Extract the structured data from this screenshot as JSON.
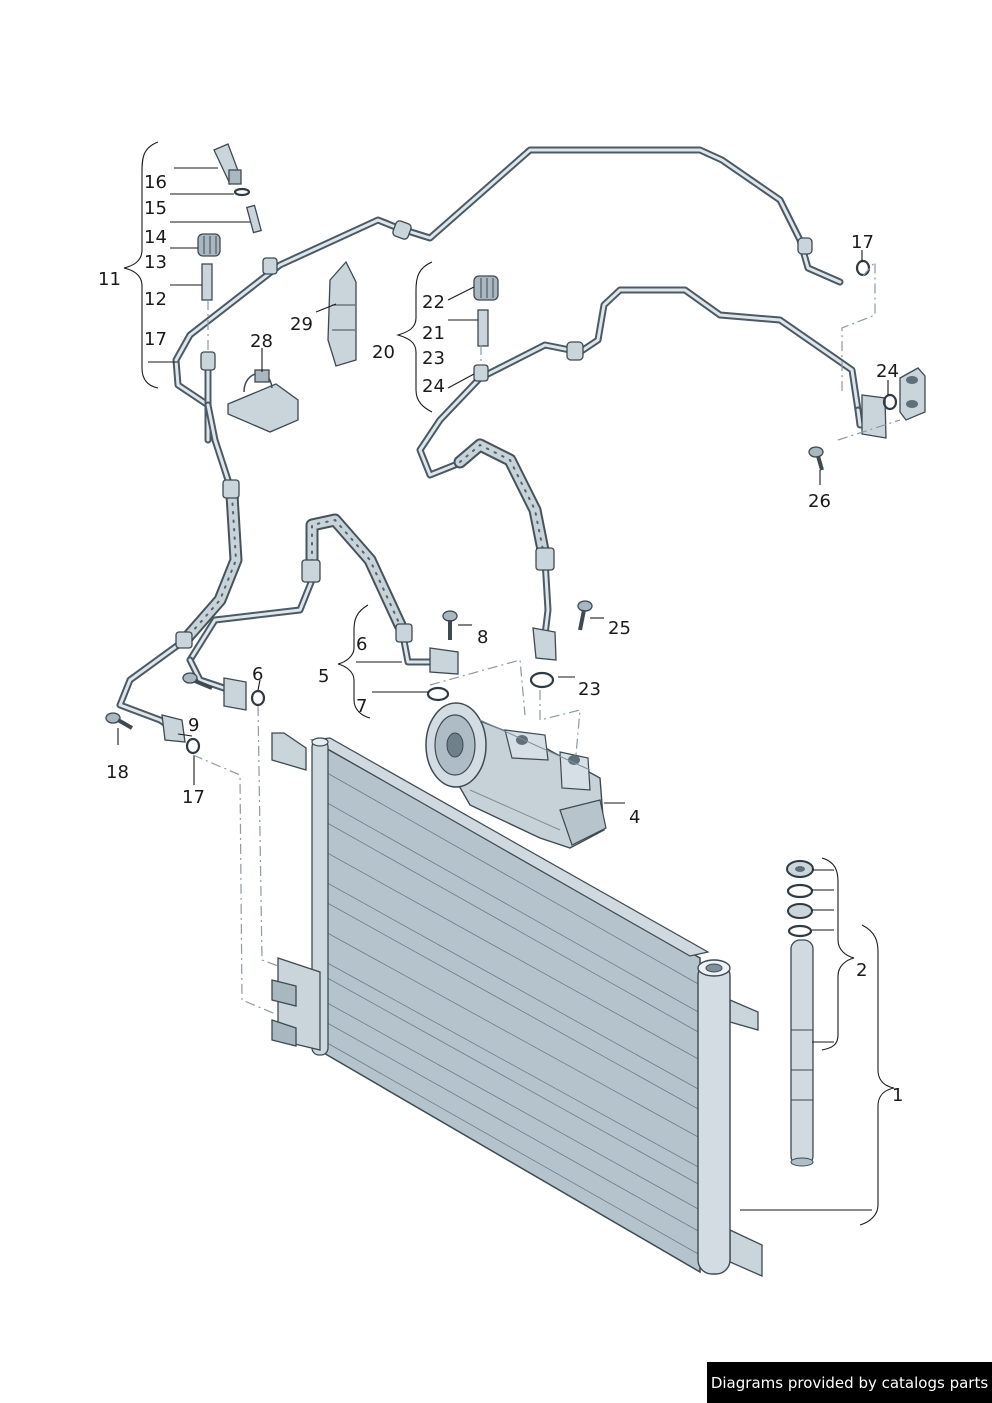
{
  "callouts": {
    "c1": "1",
    "c2": "2",
    "c4": "4",
    "c5": "5",
    "c6a": "6",
    "c6b": "6",
    "c7": "7",
    "c8": "8",
    "c9": "9",
    "c11": "11",
    "c12": "12",
    "c13": "13",
    "c14": "14",
    "c15": "15",
    "c16": "16",
    "c17a": "17",
    "c17b": "17",
    "c17c": "17",
    "c18": "18",
    "c20": "20",
    "c21": "21",
    "c22": "22",
    "c23a": "23",
    "c23b": "23",
    "c24a": "24",
    "c24b": "24",
    "c25": "25",
    "c26": "26",
    "c28": "28",
    "c29": "29"
  },
  "footer": {
    "credit": "Diagrams provided by catalogs parts"
  },
  "colors": {
    "metal": "#c9d4db",
    "outline": "#3e4a52",
    "condenser": "#b3c2cb",
    "footer_bg": "#000000"
  }
}
